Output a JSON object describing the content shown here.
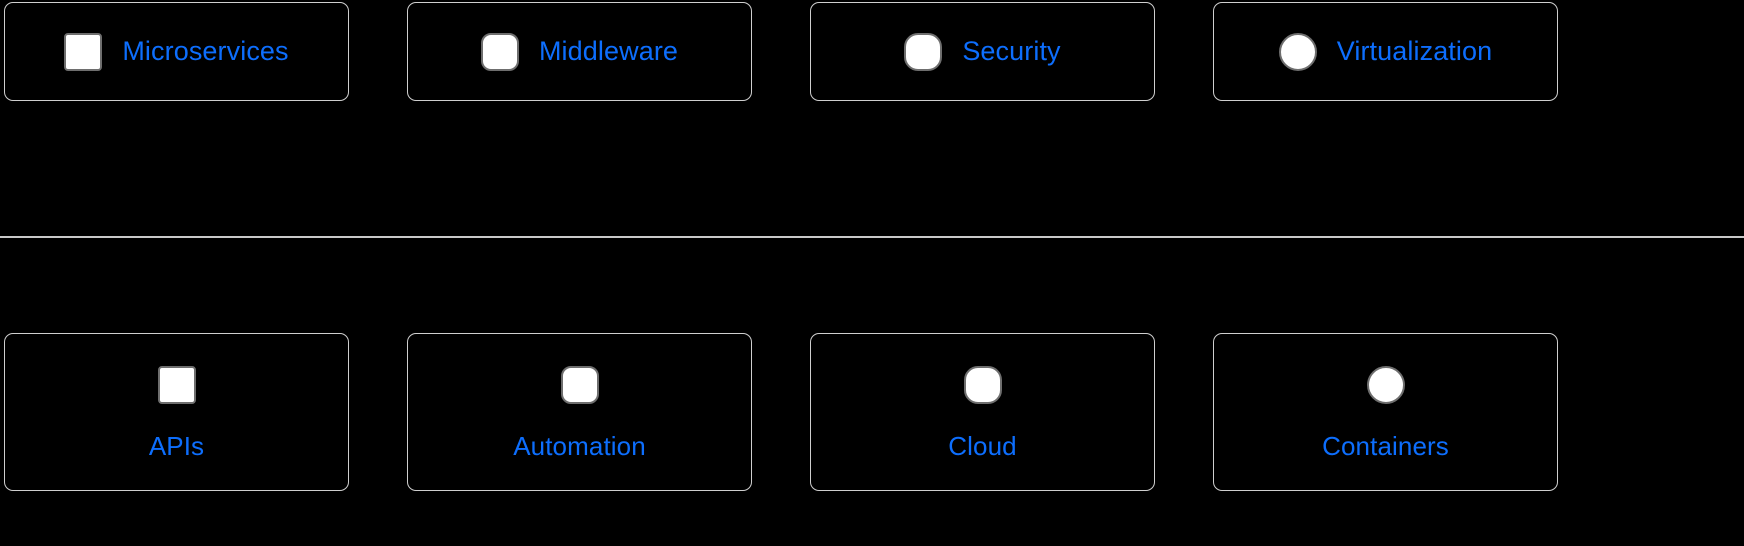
{
  "theme": {
    "background": "#000000",
    "card_border": "#cfcfcf",
    "label_color": "#0d6efd",
    "icon_fill": "#ffffff",
    "icon_stroke": "#6e6e6e",
    "divider_color": "#c8c8c8"
  },
  "top_row": {
    "layout": "icon-left-label-right",
    "cards": [
      {
        "label": "Microservices",
        "icon": "square-icon",
        "icon_shape": "square"
      },
      {
        "label": "Middleware",
        "icon": "rounded-square-icon",
        "icon_shape": "rounded-square"
      },
      {
        "label": "Security",
        "icon": "squircle-icon",
        "icon_shape": "squircle"
      },
      {
        "label": "Virtualization",
        "icon": "circle-icon",
        "icon_shape": "circle"
      }
    ]
  },
  "divider": {
    "visible": true
  },
  "bottom_row": {
    "layout": "icon-top-label-below",
    "cards": [
      {
        "label": "APIs",
        "icon": "square-icon",
        "icon_shape": "square"
      },
      {
        "label": "Automation",
        "icon": "rounded-square-icon",
        "icon_shape": "rounded-square"
      },
      {
        "label": "Cloud",
        "icon": "squircle-icon",
        "icon_shape": "squircle"
      },
      {
        "label": "Containers",
        "icon": "circle-icon",
        "icon_shape": "circle"
      }
    ]
  }
}
